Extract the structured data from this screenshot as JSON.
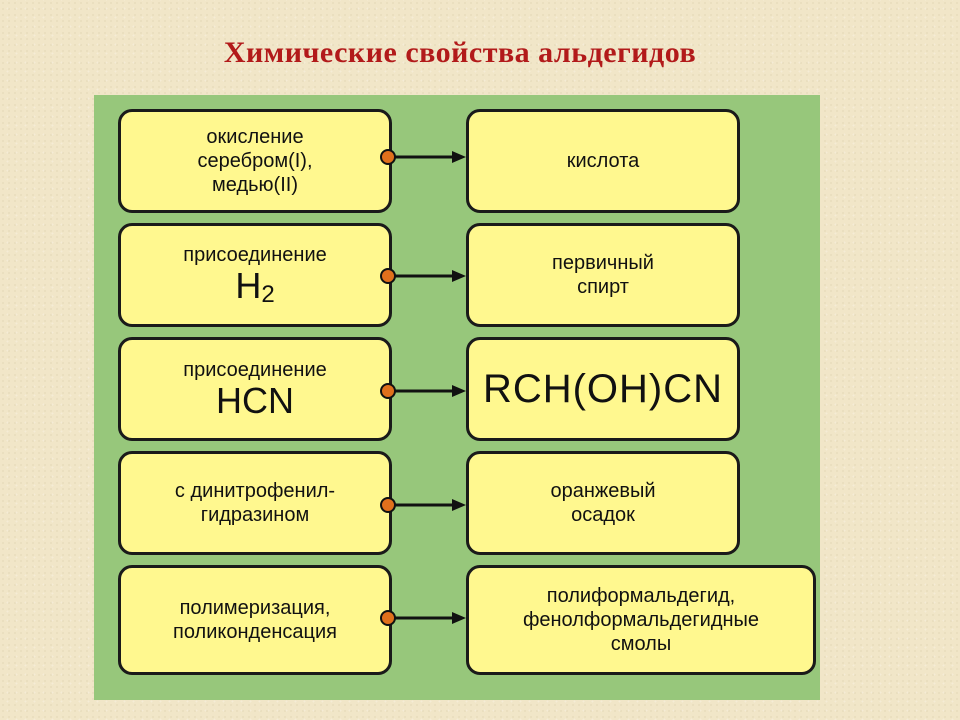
{
  "title": "Химические свойства альдегидов",
  "rows": [
    {
      "reaction": [
        "окисление",
        "серебром(I),",
        "медью(II)"
      ],
      "product": [
        "кислота"
      ]
    },
    {
      "reaction_label": "присоединение",
      "reaction_formula": "H",
      "reaction_sub": "2",
      "product": [
        "первичный",
        "спирт"
      ]
    },
    {
      "reaction_label": "присоединение",
      "reaction_formula": "HCN",
      "product_formula": "RCH(OH)CN"
    },
    {
      "reaction": [
        "с динитрофенил-",
        "гидразином"
      ],
      "product": [
        "оранжевый",
        "осадок"
      ]
    },
    {
      "reaction": [
        "полимеризация,",
        "поликонденсация"
      ],
      "product": [
        "полиформальдегид,",
        "фенолформальдегидные",
        "смолы"
      ]
    }
  ],
  "colors": {
    "panel": "#97c77b",
    "box": "#fff88f",
    "dot": "#e0701c",
    "title": "#b21a1a"
  }
}
